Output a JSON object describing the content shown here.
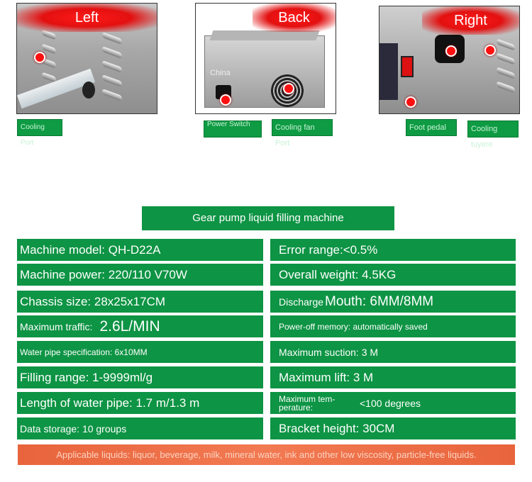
{
  "photos": {
    "left": {
      "label": "Left",
      "tag": "Cooling Port"
    },
    "back": {
      "label": "Back",
      "watermark": "China",
      "tag_power": "Power Switch",
      "tag_fan": "Cooling fan Port"
    },
    "right": {
      "label": "Right",
      "tag_foot": "Foot pedal",
      "tag_tuyere": "Cooling tuyere"
    }
  },
  "title": "Gear pump liquid filling machine",
  "specs_left": [
    "Machine model: QH-D22A",
    "Machine power: 220/110 V70W",
    "Chassis size: 28x25x17CM",
    {
      "label": "Maximum traffic:",
      "value": "2.6L/MIN"
    },
    "Water pipe specification: 6x10MM",
    "Filling range: 1-9999ml/g",
    "Length of water pipe: 1.7 m/1.3 m",
    "Data storage: 10 groups"
  ],
  "specs_right": [
    "Error range:<0.5%",
    "Overall weight: 4.5KG",
    {
      "label": "Discharge",
      "value": "Mouth: 6MM/8MM"
    },
    "Power-off memory: automatically saved",
    "Maximum suction: 3 M",
    "Maximum lift: 3 M",
    {
      "label": "Maximum tem-perature:",
      "value": "<100 degrees"
    },
    "Bracket height: 30CM"
  ],
  "footer": "Applicable liquids: liquor, beverage, milk, mineral water, ink and other low viscosity, particle-free liquids."
}
